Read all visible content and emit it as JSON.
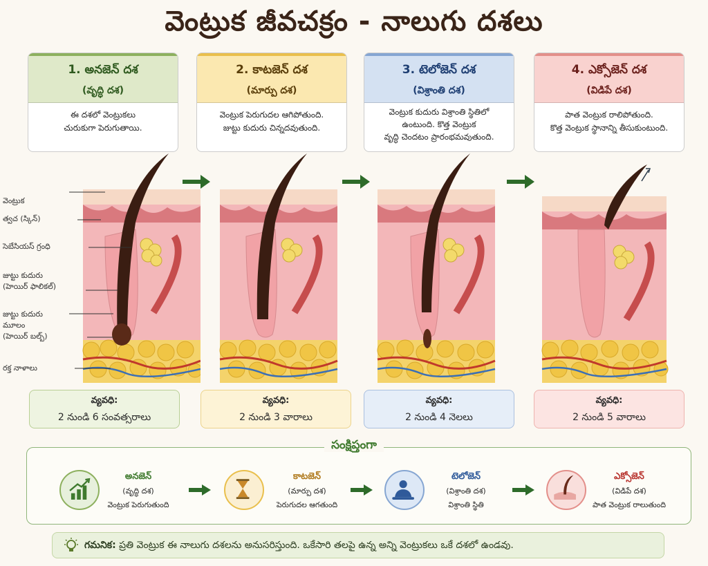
{
  "title": "వెంట్రుక జీవచక్రం - నాలుగు దశలు",
  "phases": [
    {
      "name": "1. అనజెన్ దశ",
      "sub": "(వృద్ధి దశ)",
      "desc1": "ఈ దశలో వెంట్రుకలు",
      "desc2": "చురుకుగా పెరుగుతాయి.",
      "desc3": "",
      "dur_label": "వ్యవధి:",
      "dur_value": "2 నుండి 6 సంవత్సరాలు",
      "color": "#a8c47f",
      "light": "#eef4e1"
    },
    {
      "name": "2. కాటజెన్ దశ",
      "sub": "(మార్పు దశ)",
      "desc1": "వెంట్రుక పెరుగుదల ఆగిపోతుంది.",
      "desc2": "జుట్టు కుదురు చిన్నదవుతుంది.",
      "desc3": "",
      "dur_label": "వ్యవధి:",
      "dur_value": "2 నుండి 3 వారాలు",
      "color": "#f5d37a",
      "light": "#fdf3d6"
    },
    {
      "name": "3. టెలోజెన్ దశ",
      "sub": "(విశ్రాంతి దశ)",
      "desc1": "వెంట్రుక కుదురు విశ్రాంతి స్థితిలో",
      "desc2": "ఉంటుంది. కొత్త వెంట్రుక",
      "desc3": "వృద్ధి చెందటం ప్రారంభమవుతుంది.",
      "dur_label": "వ్యవధి:",
      "dur_value": "2 నుండి 4 నెలలు",
      "color": "#b5cbe6",
      "light": "#e6eef8"
    },
    {
      "name": "4. ఎక్సోజెన్ దశ",
      "sub": "(విడిపే దశ)",
      "desc1": "పాత వెంట్రుక రాలిపోతుంది.",
      "desc2": "కొత్త వెంట్రుక స్థానాన్ని తీసుకుంటుంది.",
      "desc3": "",
      "dur_label": "వ్యవధి:",
      "dur_value": "2 నుండి 5 వారాలు",
      "color": "#f4b3b0",
      "light": "#fce4e2"
    }
  ],
  "labels": {
    "hair": "వెంట్రుక",
    "skin": "త్వచ (స్కిన్)",
    "sebaceous": "సెబేసియస్ గ్రంధి",
    "follicle1": "జుట్టు కుదురు",
    "follicle2": "(హెయిర్ ఫాలికల్)",
    "bulb1": "జుట్టు కుదురు",
    "bulb2": "మూలం",
    "bulb3": "(హెయిర్ బల్బ్)",
    "vessels": "రక్త నాళాలు"
  },
  "summary": {
    "title": "సంక్షిప్తంగా",
    "items": [
      {
        "name": "అనజెన్",
        "sub": "(వృద్ధి దశ)",
        "desc": "వెంట్రుక పెరుగుతుంది",
        "icon": "growth-chart-icon",
        "color": "#3f7a2e",
        "bg": "#e7f0dc"
      },
      {
        "name": "కాటజెన్",
        "sub": "(మార్పు దశ)",
        "desc": "పెరుగుదల ఆగతుంది",
        "icon": "hourglass-icon",
        "color": "#b07a1e",
        "bg": "#fbefd2"
      },
      {
        "name": "టెలోజెన్",
        "sub": "(విశ్రాంతి దశ)",
        "desc": "విశ్రాంతి స్థితి",
        "icon": "resting-person-icon",
        "color": "#2f5a9a",
        "bg": "#dde8f6"
      },
      {
        "name": "ఎక్సోజెన్",
        "sub": "(విడిపే దశ)",
        "desc": "పాత వెంట్రుక రాలుతుంది",
        "icon": "shedding-hair-icon",
        "color": "#b8332e",
        "bg": "#f9dfdc"
      }
    ]
  },
  "note": {
    "label": "గమనిక:",
    "text": "ప్రతి వెంట్రుక ఈ నాలుగు దశలను అనుసరిస్తుంది. ఒకేసారి తలపై ఉన్న అన్ని వెంట్రుకలు ఒకే దశలో ఉండవు.",
    "icon": "lightbulb-icon"
  }
}
